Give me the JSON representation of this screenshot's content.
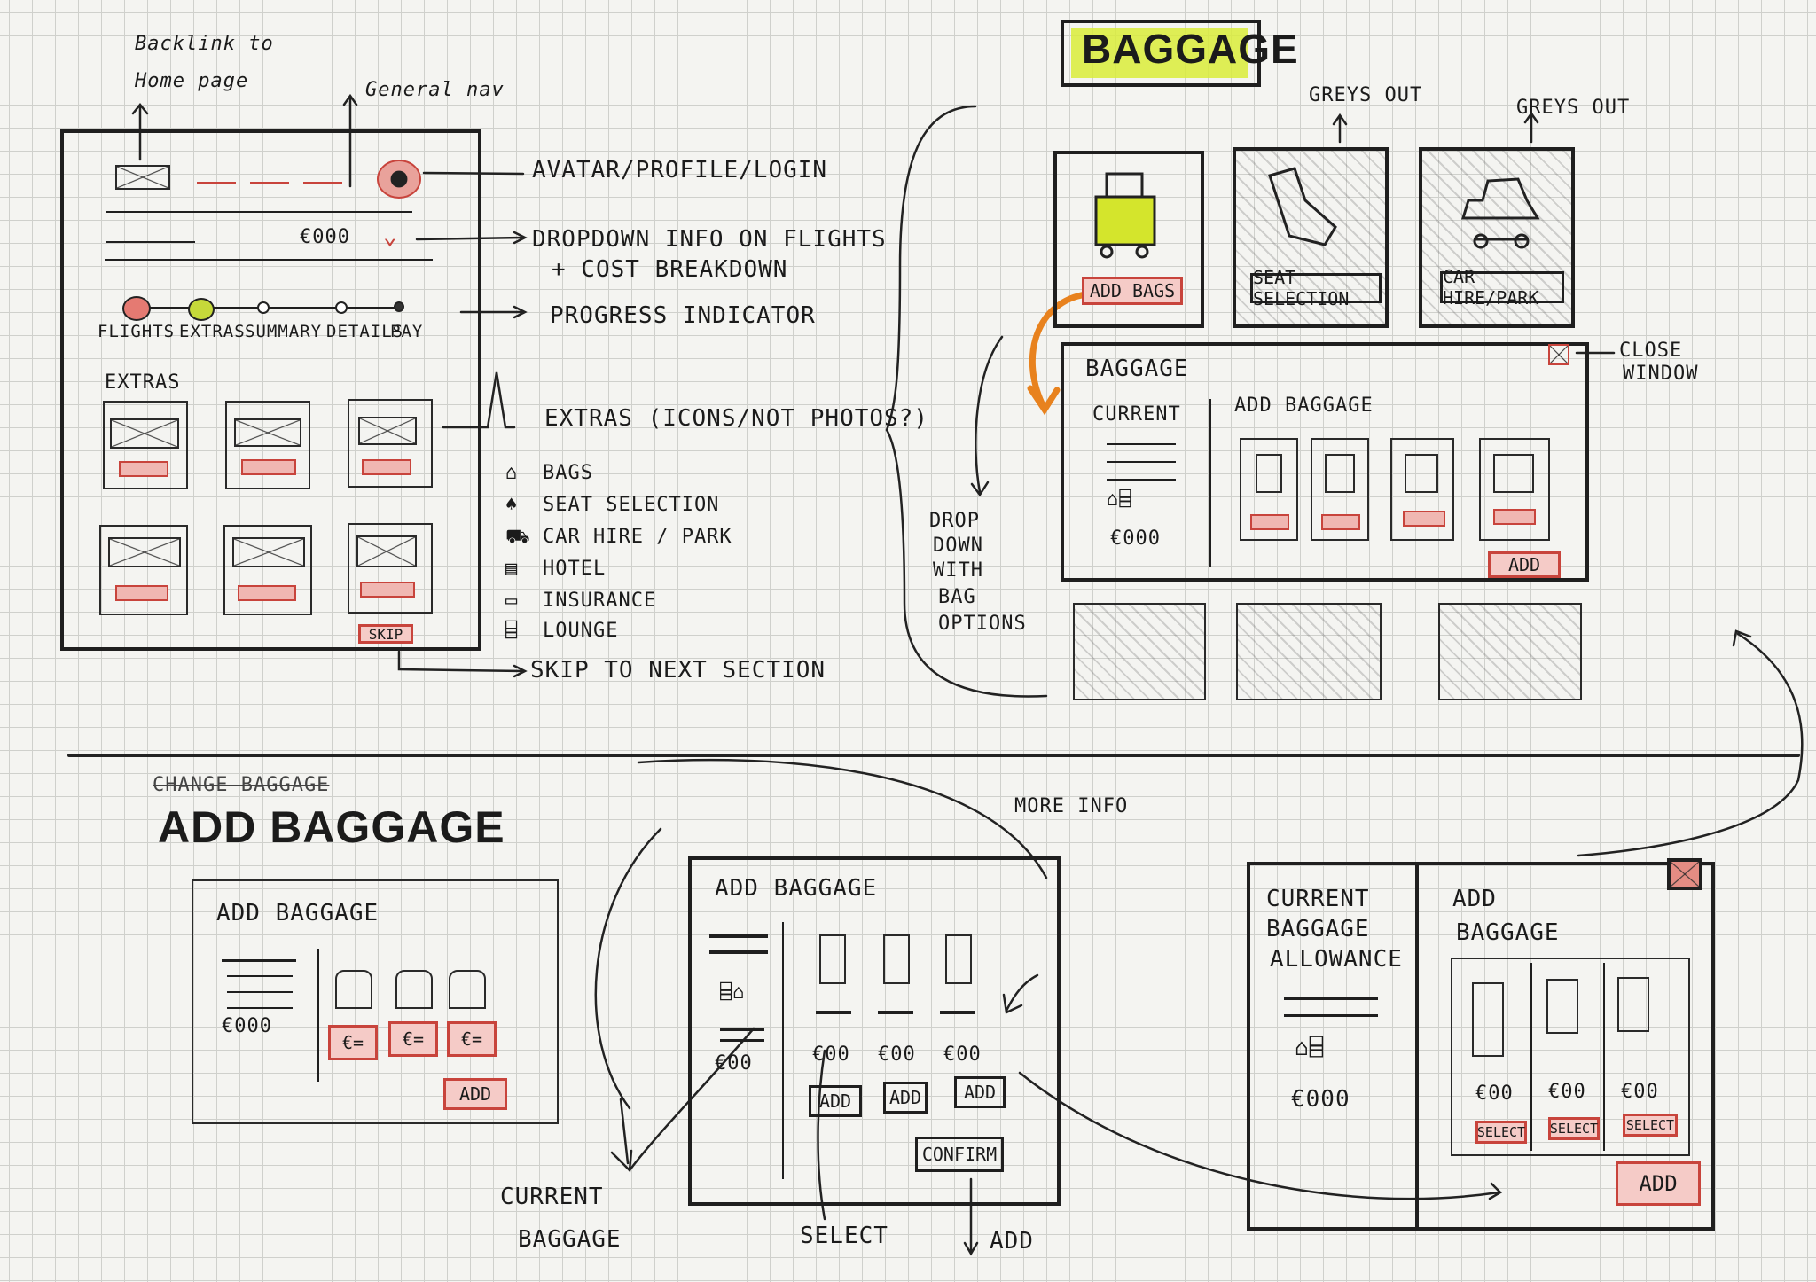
{
  "annotations": {
    "backlink": [
      "Backlink to",
      "Home page"
    ],
    "general_nav": "General nav",
    "avatar": "AVATAR/PROFILE/LOGIN",
    "dropdown": [
      "DROPDOWN INFO ON FLIGHTS",
      "+ COST BREAKDOWN"
    ],
    "progress": "PROGRESS INDICATOR",
    "extras": "EXTRAS (ICONS/NOT PHOTOS?)",
    "extras_list": [
      "BAGS",
      "SEAT SELECTION",
      "CAR HIRE / PARK",
      "HOTEL",
      "INSURANCE",
      "LOUNGE"
    ],
    "skip": "SKIP TO NEXT SECTION",
    "greys_out_1": "GREYS OUT",
    "greys_out_2": "GREYS OUT",
    "close_window": [
      "CLOSE",
      "WINDOW"
    ],
    "drop_down": [
      "DROP",
      "DOWN",
      "WITH",
      "BAG",
      "OPTIONS"
    ],
    "more_info": "MORE INFO",
    "current_baggage": [
      "CURRENT",
      "BAGGAGE"
    ],
    "select": "SELECT",
    "add": "ADD"
  },
  "wireframe_main": {
    "price": "€000",
    "steps": [
      "FLIGHTS",
      "EXTRAS",
      "SUMMARY",
      "DETAILS",
      "PAY"
    ],
    "step_colors": [
      "#e57a72",
      "#c6d93a",
      "#ffffff",
      "#ffffff",
      "#333333"
    ],
    "section_label": "EXTRAS",
    "skip_button": "SKIP"
  },
  "baggage_title": "BAGGAGE",
  "baggage_title_color": "#d9ec3a",
  "extra_cards": {
    "add_bags": "ADD BAGS",
    "seat_selection": "SEAT SELECTION",
    "car_hire": "CAR HIRE/PARK"
  },
  "baggage_panel": {
    "title": "BAGGAGE",
    "current_label": "CURRENT",
    "add_label": "ADD BAGGAGE",
    "price": "€000",
    "add_button": "ADD"
  },
  "add_baggage_heading": {
    "struck": "CHANGE BAGGAGE",
    "main": "ADD BAGGAGE"
  },
  "sketch_a": {
    "title": "ADD BAGGAGE",
    "price": "€000",
    "options": [
      "€=",
      "€=",
      "€="
    ],
    "add_button": "ADD"
  },
  "sketch_b": {
    "title": "ADD BAGGAGE",
    "current_price": "€00",
    "option_prices": [
      "€00",
      "€00",
      "€00"
    ],
    "option_buttons": [
      "ADD",
      "ADD",
      "ADD"
    ],
    "confirm": "CONFIRM"
  },
  "sketch_c": {
    "current_title": [
      "CURRENT",
      "BAGGAGE",
      "ALLOWANCE"
    ],
    "current_price": "€000",
    "add_title": [
      "ADD",
      "BAGGAGE"
    ],
    "option_prices": [
      "€00",
      "€00",
      "€00"
    ],
    "option_buttons": [
      "SELECT",
      "SELECT",
      "SELECT"
    ],
    "add_button": "ADD"
  },
  "icons": {
    "avatar": "avatar-icon",
    "bag": "bag-icon",
    "seat": "seat-icon",
    "car": "car-icon",
    "close": "close-icon",
    "chevron": "chevron-down-icon"
  }
}
